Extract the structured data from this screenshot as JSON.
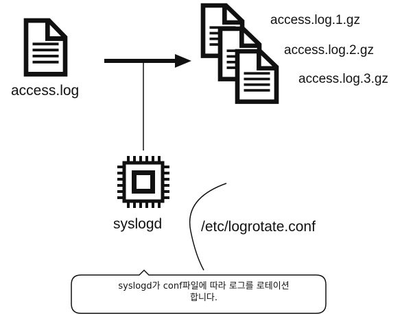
{
  "source_file": {
    "label": "access.log",
    "icon": "document-icon"
  },
  "rotated_files": [
    {
      "label": "access.log.1.gz",
      "icon": "document-icon"
    },
    {
      "label": "access.log.2.gz",
      "icon": "document-icon"
    },
    {
      "label": "access.log.3.gz",
      "icon": "document-icon"
    }
  ],
  "daemon": {
    "label": "syslogd",
    "icon": "cpu-chip-icon"
  },
  "config": {
    "label": "/etc/logrotate.conf"
  },
  "callout": {
    "line1": "syslogd가 conf파일에 따라 로그를 로테이션",
    "line2": "합니다."
  },
  "colors": {
    "ink": "#111111",
    "background": "#ffffff"
  }
}
